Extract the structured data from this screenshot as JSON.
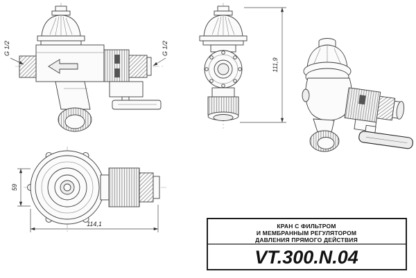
{
  "dimensions": {
    "port_left": "G 1/2",
    "port_right": "G 1/2",
    "overall_height": "111,9",
    "body_height": "59",
    "overall_length": "114,1"
  },
  "title_block": {
    "title_line1": "КРАН С ФИЛЬТРОМ",
    "title_line2": "И МЕМБРАННЫМ РЕГУЛЯТОРОМ",
    "title_line3": "ДАВЛЕНИЯ ПРЯМОГО ДЕЙСТВИЯ",
    "part_number": "VT.300.N.04"
  }
}
